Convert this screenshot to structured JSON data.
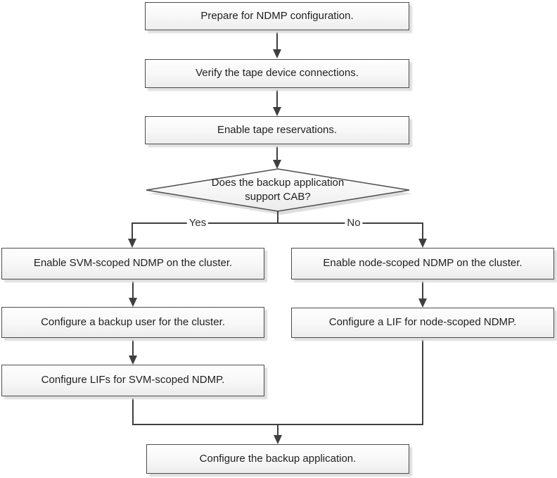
{
  "diagram": {
    "title_hint": "NDMP configuration workflow flowchart",
    "colors": {
      "background": "#ffffff",
      "box_fill_top": "#fefefe",
      "box_fill_bottom": "#ececec",
      "box_border": "#4d4d4d",
      "connector": "#3f3f3f",
      "shadow": "#dedede",
      "text": "#1f1f1f"
    },
    "nodes": {
      "prepare": {
        "label": "Prepare for NDMP configuration."
      },
      "verify": {
        "label": "Verify the tape device connections."
      },
      "enable_tape": {
        "label": "Enable tape reservations."
      },
      "decision": {
        "label": "Does the backup application\nsupport CAB?"
      },
      "svm_enable": {
        "label": "Enable SVM-scoped NDMP on the cluster."
      },
      "backup_user": {
        "label": "Configure a backup user for the cluster."
      },
      "svm_lifs": {
        "label": "Configure LIFs for SVM-scoped NDMP."
      },
      "node_enable": {
        "label": "Enable node-scoped NDMP on the cluster."
      },
      "node_lif": {
        "label": "Configure a LIF for node-scoped NDMP."
      },
      "configure_app": {
        "label": "Configure the backup application."
      }
    },
    "edges": {
      "yes_label": "Yes",
      "no_label": "No"
    }
  }
}
